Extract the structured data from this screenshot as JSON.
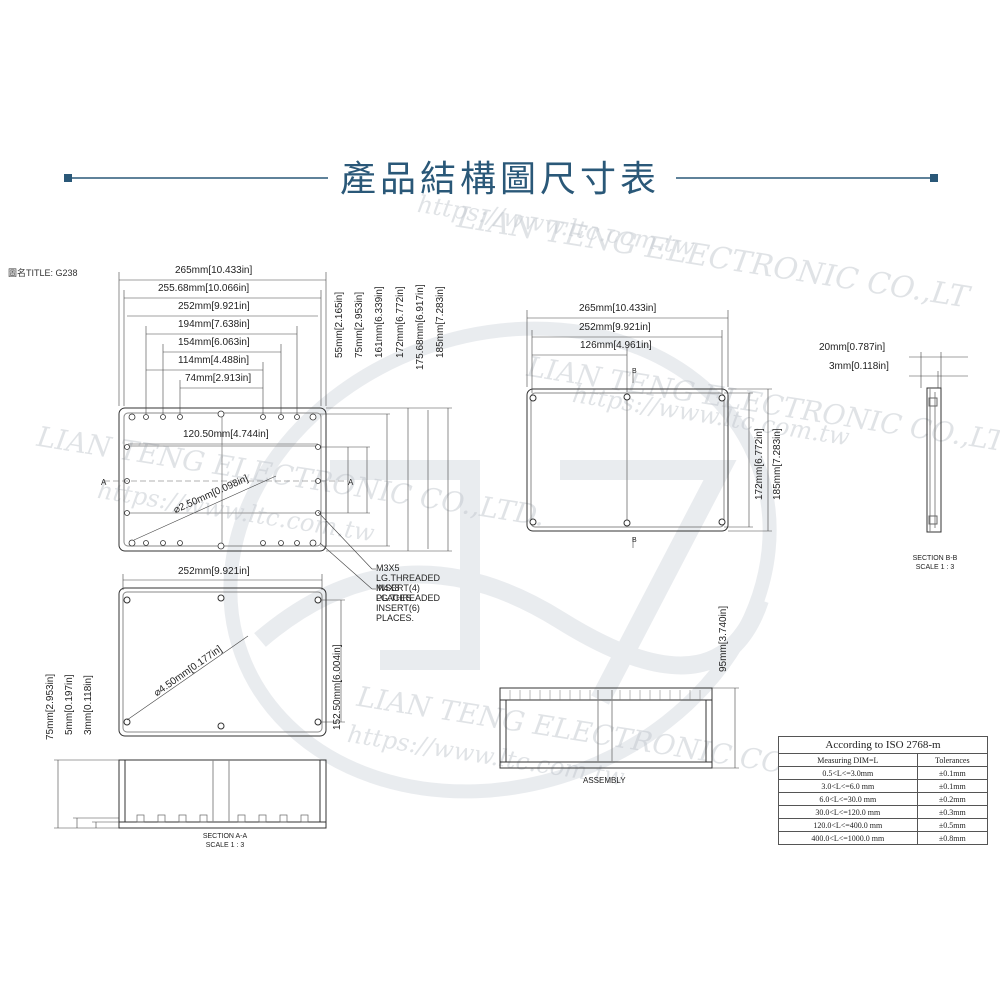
{
  "page_title": "產品結構圖尺寸表",
  "drawing_title": "圖名TITLE: G238",
  "watermark": {
    "company": "LIAN TENG ELECTRONIC CO.,LTD.",
    "company_short": "LIAN TENG ELECTRONIC CO.,LT",
    "url": "https://www.ltc.com.tw"
  },
  "top_view": {
    "width_dims": [
      "265mm[10.433in]",
      "255.68mm[10.066in]",
      "252mm[9.921in]",
      "194mm[7.638in]",
      "154mm[6.063in]",
      "114mm[4.488in]",
      "74mm[2.913in]"
    ],
    "height_dims": [
      "55mm[2.165in]",
      "75mm[2.953in]",
      "161mm[6.339in]",
      "172mm[6.772in]",
      "175.68mm[6.917in]",
      "185mm[7.283in]"
    ],
    "inner_dim": "120.50mm[4.744in]",
    "hole_dim": "⌀2.50mm[0.098in]",
    "section_mark": "A",
    "callouts": [
      "M3X5 LG.THREADED INSERT(4) PLACES.",
      "M4X8 LG.THREADED INSERT(6) PLACES."
    ]
  },
  "bottom_view": {
    "width_dim": "252mm[9.921in]",
    "height_dim": "152.50mm[6.004in]",
    "hole_dim": "⌀4.50mm[0.177in]"
  },
  "section_a": {
    "dims": [
      "75mm[2.953in]",
      "5mm[0.197in]",
      "3mm[0.118in]"
    ],
    "label": "SECTION A-A",
    "scale": "SCALE 1 : 3"
  },
  "right_view": {
    "width_dims": [
      "265mm[10.433in]",
      "252mm[9.921in]",
      "126mm[4.961in]"
    ],
    "height_dims": [
      "172mm[6.772in]",
      "185mm[7.283in]"
    ],
    "section_mark": "B"
  },
  "section_b": {
    "dims": [
      "20mm[0.787in]",
      "3mm[0.118in]"
    ],
    "label": "SECTION B-B",
    "scale": "SCALE 1 : 3"
  },
  "assembly": {
    "height_dim": "95mm[3.740in]",
    "label": "ASSEMBLY"
  },
  "tolerance_table": {
    "title": "According to ISO 2768-m",
    "headers": [
      "Measuring DIM=L",
      "Tolerances"
    ],
    "rows": [
      [
        "0.5<L<=3.0mm",
        "±0.1mm"
      ],
      [
        "3.0<L<=6.0 mm",
        "±0.1mm"
      ],
      [
        "6.0<L<=30.0 mm",
        "±0.2mm"
      ],
      [
        "30.0<L<=120.0 mm",
        "±0.3mm"
      ],
      [
        "120.0<L<=400.0 mm",
        "±0.5mm"
      ],
      [
        "400.0<L<=1000.0 mm",
        "±0.8mm"
      ]
    ]
  },
  "colors": {
    "title": "#2a5878",
    "rule": "#2a5878",
    "line": "#333333"
  }
}
